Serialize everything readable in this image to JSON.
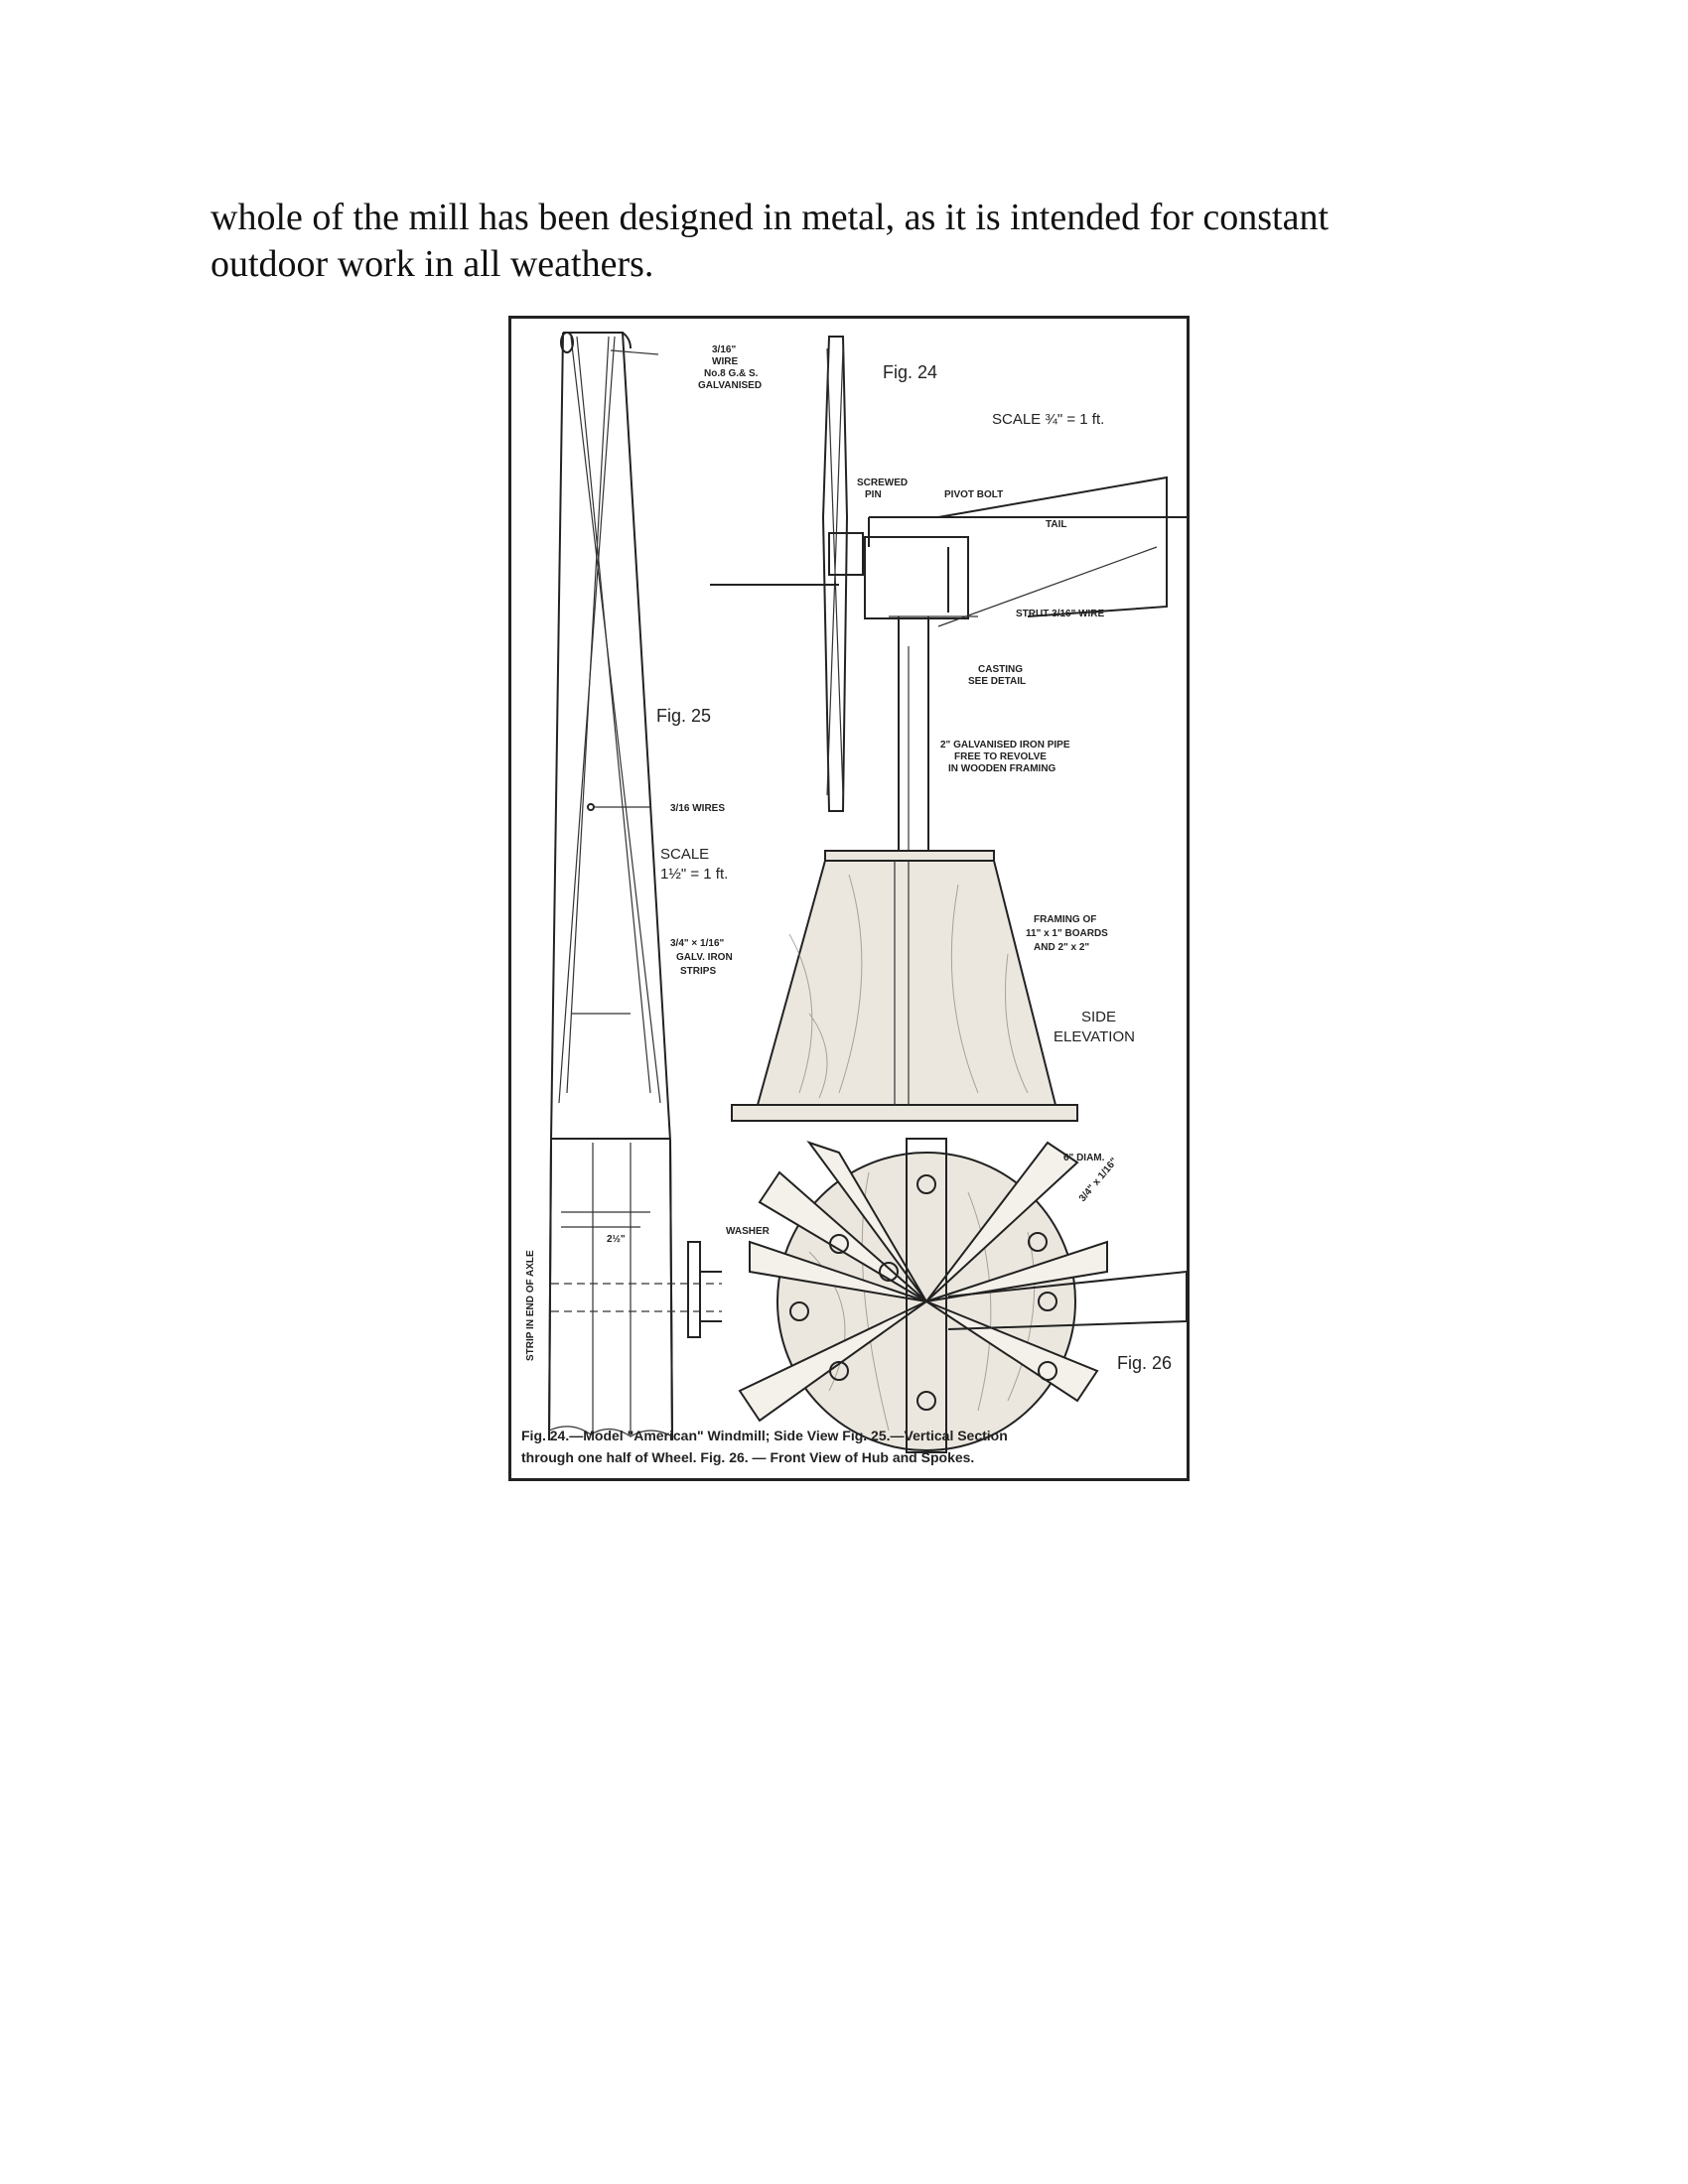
{
  "paragraph": {
    "line1": "whole of the mill has been designed in metal, as it is intended for constant",
    "line2": "outdoor work in all weathers."
  },
  "figure": {
    "fig24_title": "Fig. 24",
    "fig24_scale": "SCALE ¾\" = 1 ft.",
    "fig25_title": "Fig. 25",
    "fig25_scale_1": "SCALE",
    "fig25_scale_2": "1½\" = 1 ft.",
    "fig26_title": "Fig. 26",
    "labels": {
      "wire_size": "3/16\"",
      "wire": "WIRE",
      "wire_gauge": "No.8 G.& S.",
      "galvanised": "GALVANISED",
      "screwed_pin_1": "SCREWED",
      "screwed_pin_2": "PIN",
      "pivot_bolt": "PIVOT BOLT",
      "tail": "TAIL",
      "strut": "STRUT 3/16\" WIRE",
      "casting_1": "CASTING",
      "casting_2": "SEE DETAIL",
      "pipe_1": "2\" GALVANISED IRON PIPE",
      "pipe_2": "FREE TO REVOLVE",
      "pipe_3": "IN WOODEN FRAMING",
      "wires": "3/16 WIRES",
      "strips_1": "3/4\" × 1/16\"",
      "strips_2": "GALV. IRON",
      "strips_3": "STRIPS",
      "framing_1": "FRAMING OF",
      "framing_2": "11\" x 1\" BOARDS",
      "framing_3": "AND 2\" x 2\"",
      "side_elev_1": "SIDE",
      "side_elev_2": "ELEVATION",
      "diam": "6\" DIAM.",
      "spoke_size": "3/4\" x 1/16\"",
      "washer": "WASHER",
      "dim": "2½\"",
      "strip_axle": "STRIP IN END OF AXLE"
    },
    "caption_line1": "Fig. 24.—Model \"American\" Windmill; Side View     Fig. 25.—Vertical Section",
    "caption_line2": "through one half of Wheel.     Fig. 26. — Front View of Hub and Spokes."
  }
}
